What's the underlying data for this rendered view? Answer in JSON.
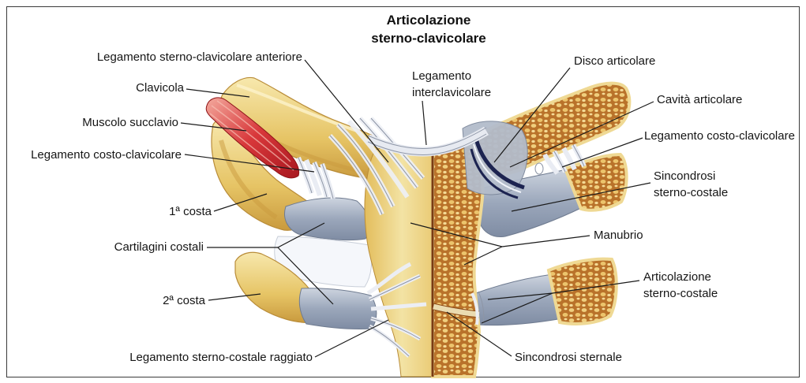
{
  "figure": {
    "title_line1": "Articolazione",
    "title_line2": "sterno-clavicolare"
  },
  "labels": {
    "lig_sterno_clavicolare_anteriore": "Legamento sterno-clavicolare anteriore",
    "clavicola": "Clavicola",
    "muscolo_succlavio": "Muscolo succlavio",
    "lig_costo_clavicolare_left": "Legamento costo-clavicolare",
    "prima_costa": "1ª costa",
    "cartilagini_costali": "Cartilagini costali",
    "seconda_costa": "2ª costa",
    "lig_sterno_costale_raggiato": "Legamento sterno-costale raggiato",
    "lig_interclavicolare_line1": "Legamento",
    "lig_interclavicolare_line2": "interclavicolare",
    "disco_articolare": "Disco articolare",
    "cavita_articolare": "Cavità articolare",
    "lig_costo_clavicolare_right": "Legamento costo-clavicolare",
    "sincondrosi_sterno_costale_line1": "Sincondrosi",
    "sincondrosi_sterno_costale_line2": "sterno-costale",
    "manubrio": "Manubrio",
    "articolazione_sterno_costale_line1": "Articolazione",
    "articolazione_sterno_costale_line2": "sterno-costale",
    "sincondrosi_sternale": "Sincondrosi sternale"
  },
  "colors": {
    "bone": "#e6c465",
    "cartilage": "#9ba7bb",
    "muscle": "#d8373a",
    "spongy_bone": "#b9722a",
    "articular_disc": "#1c2350",
    "ligament": "#eceef4",
    "leader_line": "#1a1a1a"
  }
}
